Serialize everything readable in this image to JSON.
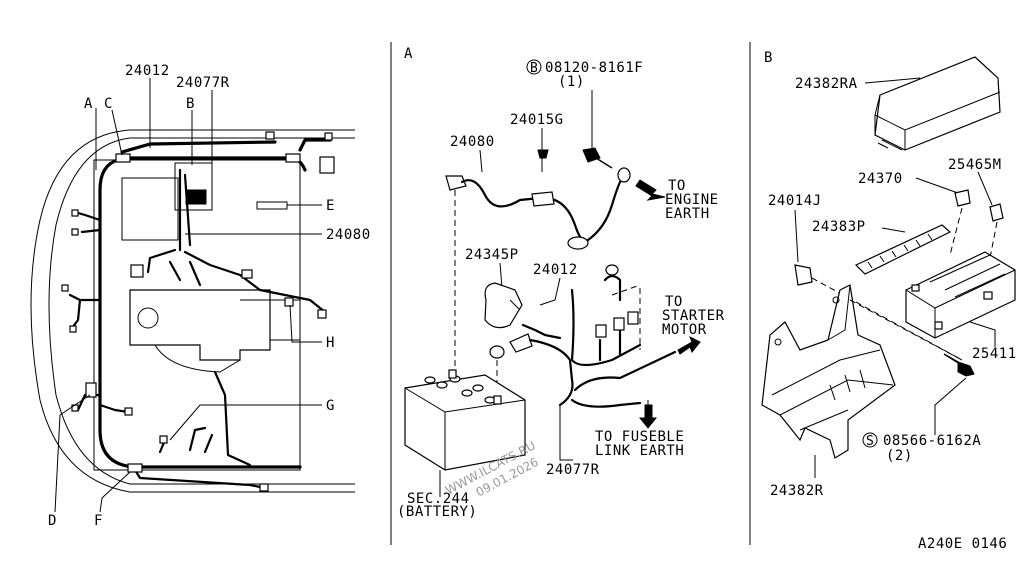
{
  "panels": {
    "left": {
      "callouts": {
        "a": "A",
        "b": "B",
        "c": "C",
        "d": "D",
        "e": "E",
        "f": "F",
        "g": "G",
        "h": "H",
        "p24012": "24012",
        "p24077r": "24077R",
        "p24080": "24080"
      }
    },
    "middle": {
      "title": "A",
      "bolt_symbol": "B",
      "bolt_part": "08120-8161F",
      "bolt_qty": "(1)",
      "p24015g": "24015G",
      "p24080": "24080",
      "p24345p": "24345P",
      "p24012": "24012",
      "p24077r": "24077R",
      "to_engine_line1": "TO",
      "to_engine_line2": "ENGINE",
      "to_engine_line3": "EARTH",
      "to_starter_line1": "TO",
      "to_starter_line2": "STARTER",
      "to_starter_line3": "MOTOR",
      "to_fuse_line1": "TO FUSEBLE",
      "to_fuse_line2": "LINK EARTH",
      "sec244_line1": "SEC.244",
      "sec244_line2": "(BATTERY)"
    },
    "right": {
      "title": "B",
      "p24382ra": "24382RA",
      "p24370": "24370",
      "p25465m": "25465M",
      "p24014j": "24014J",
      "p24383p": "24383P",
      "p25411": "25411",
      "screw_symbol": "S",
      "screw_part": "08566-6162A",
      "screw_qty": "(2)",
      "p24382r": "24382R"
    }
  },
  "diagram_code": "A240E 0146",
  "watermark": {
    "line1": "WWW.ILCATS.RU",
    "line2": "09.01.2026"
  }
}
